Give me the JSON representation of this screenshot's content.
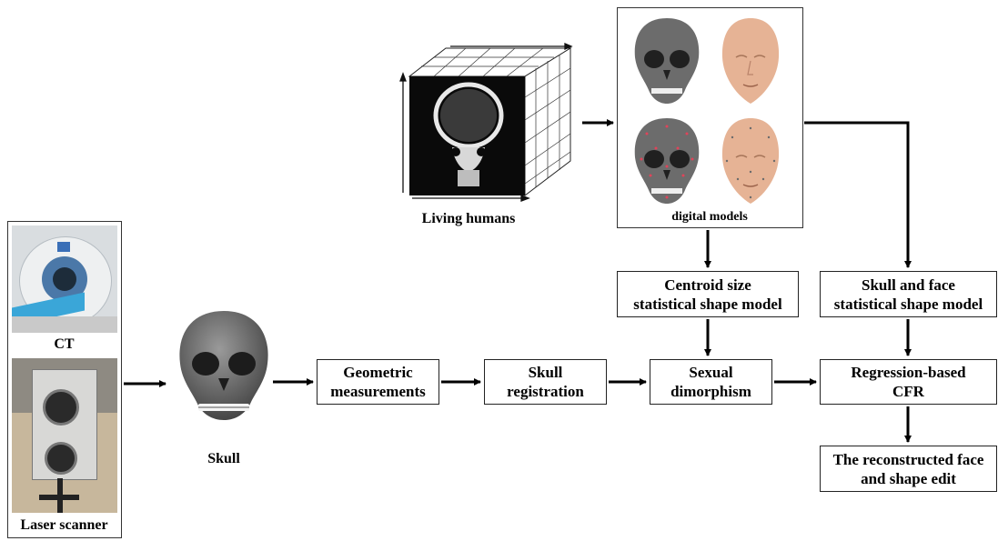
{
  "devices": {
    "ct_label": "CT",
    "scanner_label": "Laser scanner"
  },
  "skull": {
    "label": "Skull"
  },
  "living": {
    "label": "Living humans"
  },
  "models": {
    "label": "digital models"
  },
  "boxes": {
    "geometric": {
      "line1": "Geometric",
      "line2": "measurements"
    },
    "registration": {
      "line1": "Skull",
      "line2": "registration"
    },
    "sexual": {
      "line1": "Sexual",
      "line2": "dimorphism"
    },
    "regression": {
      "line1": "Regression-based",
      "line2": "CFR"
    },
    "centroid": {
      "line1": "Centroid size",
      "line2": "statistical shape model"
    },
    "skullface": {
      "line1": "Skull and face",
      "line2": "statistical shape model"
    },
    "reconstructed": {
      "line1": "The reconstructed face",
      "line2": "and shape edit"
    }
  },
  "colors": {
    "line": "#000000",
    "face": "#e8b89a",
    "skull": "#6e6e6e",
    "ct_bg": "#0a0a0a"
  }
}
